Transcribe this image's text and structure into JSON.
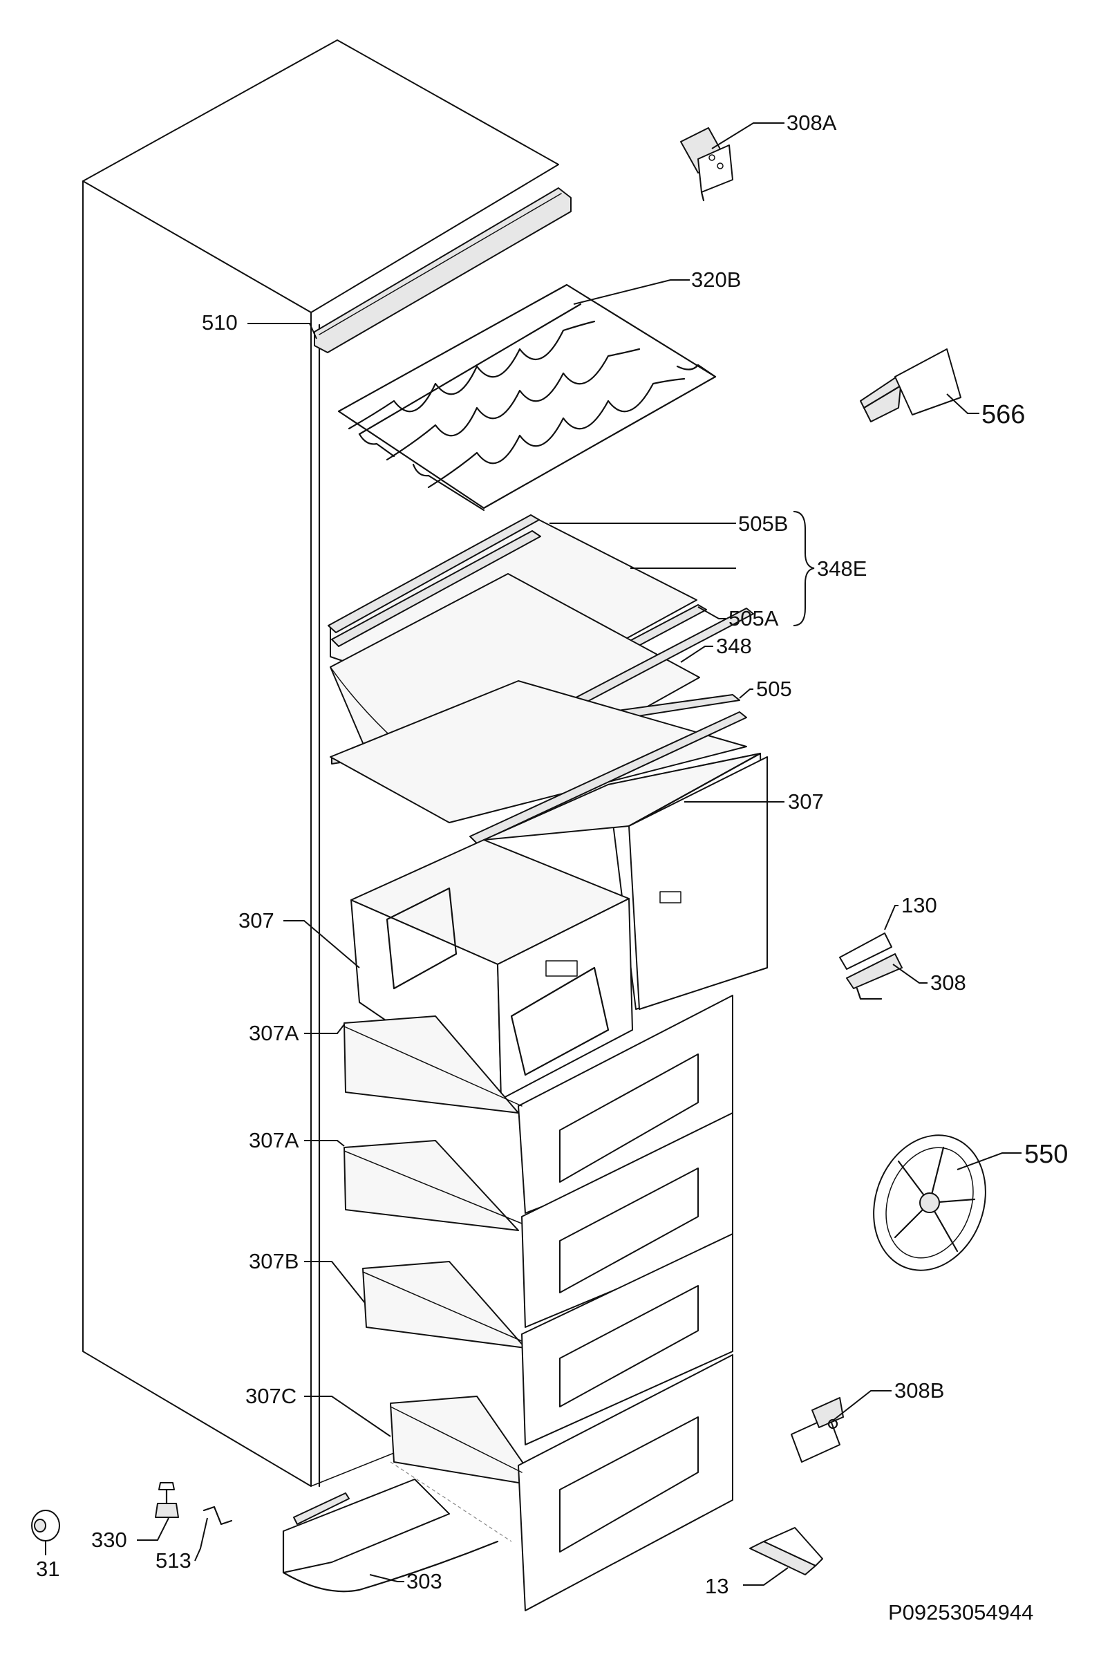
{
  "labels": {
    "l_308a": "308A",
    "l_320b": "320B",
    "l_510": "510",
    "l_566": "566",
    "l_505b": "505B",
    "l_348e": "348E",
    "l_505a": "505A",
    "l_348": "348",
    "l_505": "505",
    "l_307_right": "307",
    "l_307_left": "307",
    "l_130": "130",
    "l_308": "308",
    "l_307a_1": "307A",
    "l_307a_2": "307A",
    "l_550": "550",
    "l_307b": "307B",
    "l_307c": "307C",
    "l_308b": "308B",
    "l_330": "330",
    "l_513": "513",
    "l_31": "31",
    "l_303": "303",
    "l_13": "13"
  },
  "drawing_code": "P09253054944"
}
